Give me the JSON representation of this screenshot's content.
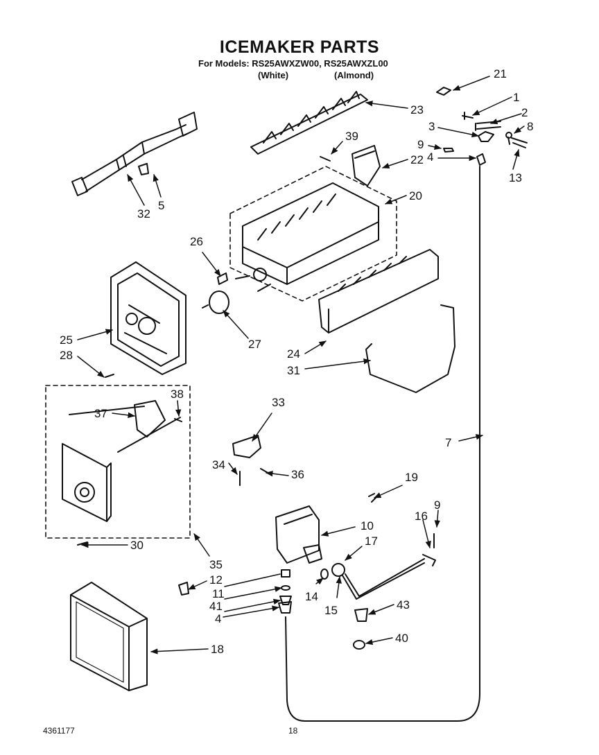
{
  "header": {
    "title": "ICEMAKER PARTS",
    "models_line": "For Models: RS25AWXZW00, RS25AWXZL00",
    "variant_white": "(White)",
    "variant_almond": "(Almond)"
  },
  "footer": {
    "part_number": "4361177",
    "page_number": "18"
  },
  "callouts": [
    {
      "id": "c21",
      "label": "21"
    },
    {
      "id": "c1",
      "label": "1"
    },
    {
      "id": "c2",
      "label": "2"
    },
    {
      "id": "c3",
      "label": "3"
    },
    {
      "id": "c8",
      "label": "8"
    },
    {
      "id": "c9a",
      "label": "9"
    },
    {
      "id": "c13",
      "label": "13"
    },
    {
      "id": "c4a",
      "label": "4"
    },
    {
      "id": "c23",
      "label": "23"
    },
    {
      "id": "c39",
      "label": "39"
    },
    {
      "id": "c22",
      "label": "22"
    },
    {
      "id": "c20",
      "label": "20"
    },
    {
      "id": "c32",
      "label": "32"
    },
    {
      "id": "c5",
      "label": "5"
    },
    {
      "id": "c26",
      "label": "26"
    },
    {
      "id": "c27",
      "label": "27"
    },
    {
      "id": "c25",
      "label": "25"
    },
    {
      "id": "c28",
      "label": "28"
    },
    {
      "id": "c24",
      "label": "24"
    },
    {
      "id": "c31",
      "label": "31"
    },
    {
      "id": "c37",
      "label": "37"
    },
    {
      "id": "c38",
      "label": "38"
    },
    {
      "id": "c33",
      "label": "33"
    },
    {
      "id": "c34",
      "label": "34"
    },
    {
      "id": "c36",
      "label": "36"
    },
    {
      "id": "c7",
      "label": "7"
    },
    {
      "id": "c30",
      "label": "30"
    },
    {
      "id": "c35",
      "label": "35"
    },
    {
      "id": "c19",
      "label": "19"
    },
    {
      "id": "c10",
      "label": "10"
    },
    {
      "id": "c17",
      "label": "17"
    },
    {
      "id": "c16",
      "label": "16"
    },
    {
      "id": "c9b",
      "label": "9"
    },
    {
      "id": "c12",
      "label": "12"
    },
    {
      "id": "c11",
      "label": "11"
    },
    {
      "id": "c41",
      "label": "41"
    },
    {
      "id": "c4b",
      "label": "4"
    },
    {
      "id": "c14",
      "label": "14"
    },
    {
      "id": "c15",
      "label": "15"
    },
    {
      "id": "c43",
      "label": "43"
    },
    {
      "id": "c40",
      "label": "40"
    },
    {
      "id": "c18",
      "label": "18"
    }
  ]
}
